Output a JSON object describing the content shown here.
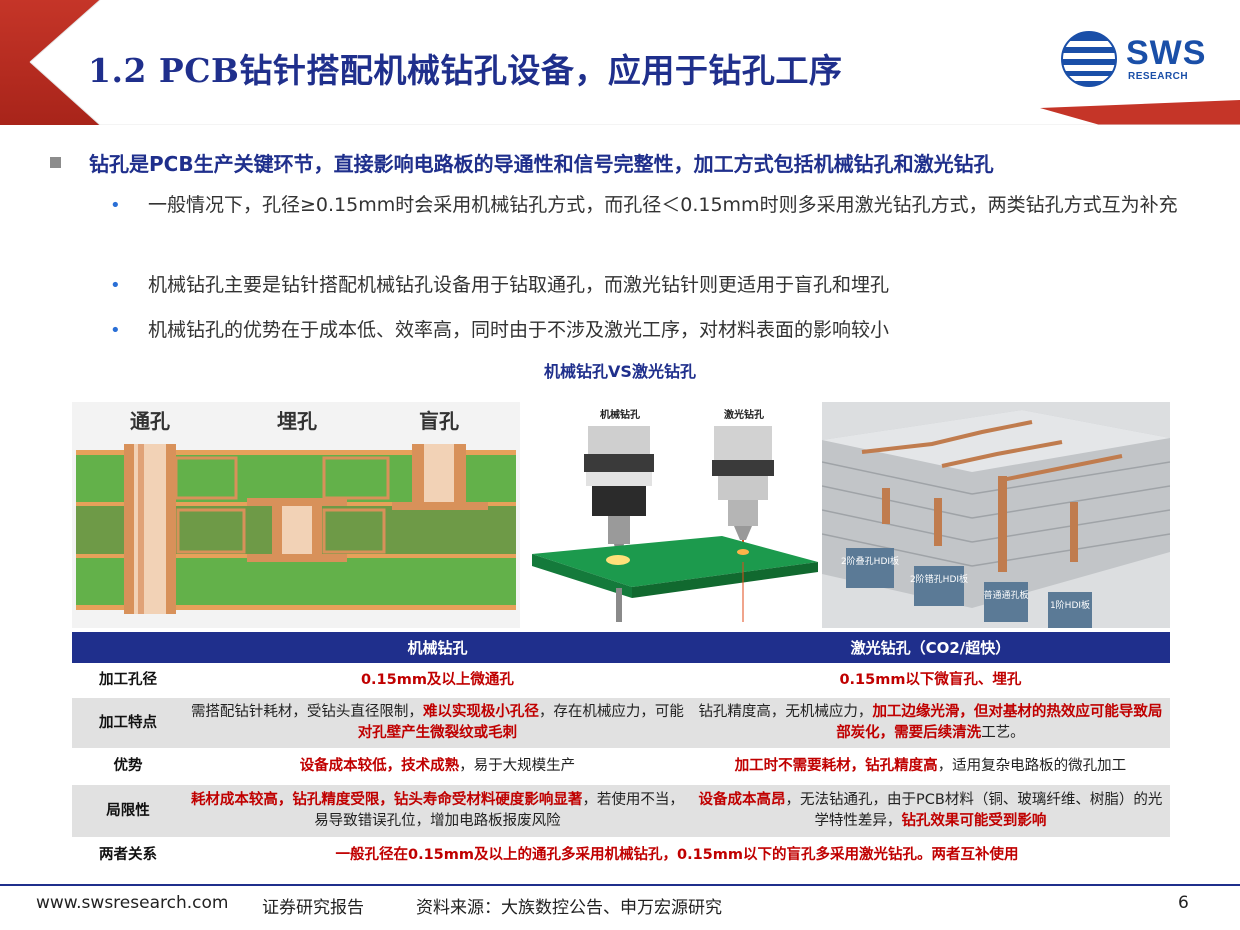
{
  "header": {
    "title": "1.2 PCB钻针搭配机械钻孔设备，应用于钻孔工序",
    "logo_text": "SWS",
    "logo_sub": "RESEARCH"
  },
  "main_bullet": "钻孔是PCB生产关键环节，直接影响电路板的导通性和信号完整性，加工方式包括机械钻孔和激光钻孔",
  "sub_bullets": [
    "一般情况下，孔径≥0.15mm时会采用机械钻孔方式，而孔径＜0.15mm时则多采用激光钻孔方式，两类钻孔方式互为补充",
    "机械钻孔主要是钻针搭配机械钻孔设备用于钻取通孔，而激光钻针则更适用于盲孔和埋孔",
    "机械钻孔的优势在于成本低、效率高，同时由于不涉及激光工序，对材料表面的影响较小"
  ],
  "figure_caption": "机械钻孔VS激光钻孔",
  "figure1": {
    "labels": [
      "通孔",
      "埋孔",
      "盲孔"
    ]
  },
  "figure2": {
    "labels": [
      "机械钻孔",
      "激光钻孔"
    ]
  },
  "figure3": {
    "labels": [
      "2阶叠孔HDI板",
      "2阶错孔HDI板",
      "普通通孔板",
      "1阶HDI板"
    ]
  },
  "table": {
    "headers": [
      "",
      "机械钻孔",
      "激光钻孔（CO2/超快）"
    ],
    "rows": {
      "r1": {
        "label": "加工孔径",
        "mech": "0.15mm及以上微通孔",
        "laser": "0.15mm以下微盲孔、埋孔"
      },
      "r2": {
        "label": "加工特点",
        "mech_a": "需搭配钻针耗材，受钻头直径限制，",
        "mech_b": "难以实现极小孔径",
        "mech_c": "，存在机械应力，可能",
        "mech_d": "对孔壁产生微裂纹或毛刺",
        "laser_a": "钻孔精度高，无机械应力，",
        "laser_b": "加工边缘光滑，但对基材的热效应可能导致局部炭化，需要后续清洗",
        "laser_c": "工艺。"
      },
      "r3": {
        "label": "优势",
        "mech_a": "设备成本较低，技术成熟",
        "mech_b": "，易于大规模生产",
        "laser_a": "加工时不需要耗材，钻孔精度高",
        "laser_b": "，适用复杂电路板的微孔加工"
      },
      "r4": {
        "label": "局限性",
        "mech_a": "耗材成本较高，钻孔精度受限，钻头寿命受材料硬度影响显著",
        "mech_b": "，若使用不当，易导致错误孔位，增加电路板报废风险",
        "laser_a": "设备成本高昂",
        "laser_b": "，无法钻通孔，由于PCB材料（铜、玻璃纤维、树脂）的光学特性差异，",
        "laser_c": "钻孔效果可能受到影响"
      },
      "r5": {
        "label": "两者关系",
        "text": "一般孔径在0.15mm及以上的通孔多采用机械钻孔，0.15mm以下的盲孔多采用激光钻孔。两者互补使用"
      }
    }
  },
  "footer": {
    "website": "www.swsresearch.com",
    "report_type": "证券研究报告",
    "source": "资料来源：大族数控公告、申万宏源研究",
    "page": "6"
  },
  "colors": {
    "brand_blue": "#1f2f8c",
    "accent_red": "#c00000",
    "header_red": "#c0392b"
  }
}
